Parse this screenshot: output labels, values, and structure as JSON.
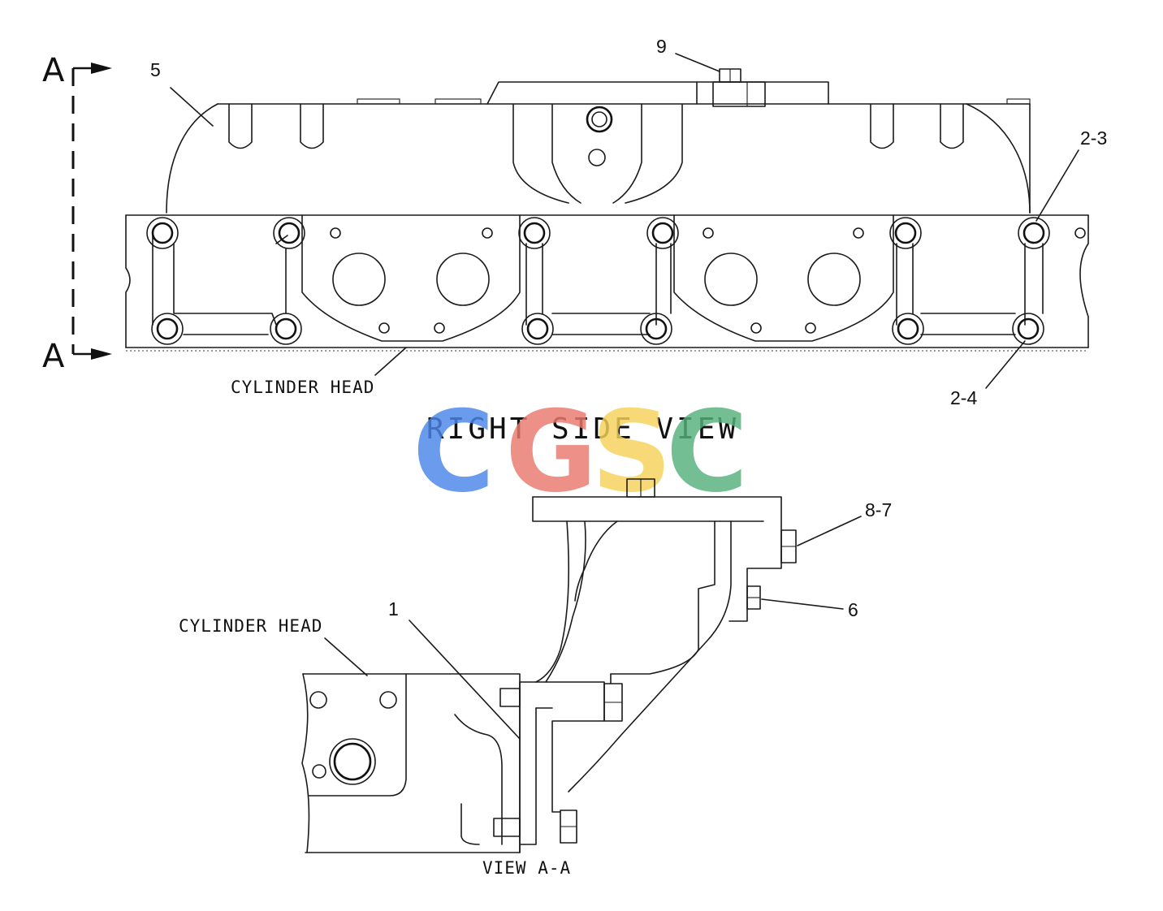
{
  "section_marker": {
    "top": "A",
    "bottom": "A"
  },
  "labels": {
    "cylinder_head_top": "CYLINDER HEAD",
    "cylinder_head_bottom": "CYLINDER HEAD",
    "right_side_view": "RIGHT SIDE VIEW",
    "view_aa": "VIEW A-A"
  },
  "callouts": {
    "c1": "1",
    "c5": "5",
    "c6": "6",
    "c9": "9",
    "c23": "2-3",
    "c24": "2-4",
    "c87": "8-7"
  },
  "watermark": {
    "letters": [
      "C",
      "G",
      "S",
      "C"
    ],
    "colors": [
      "#4a86e8",
      "#ea7a6e",
      "#f6d35a",
      "#56b07c"
    ]
  }
}
